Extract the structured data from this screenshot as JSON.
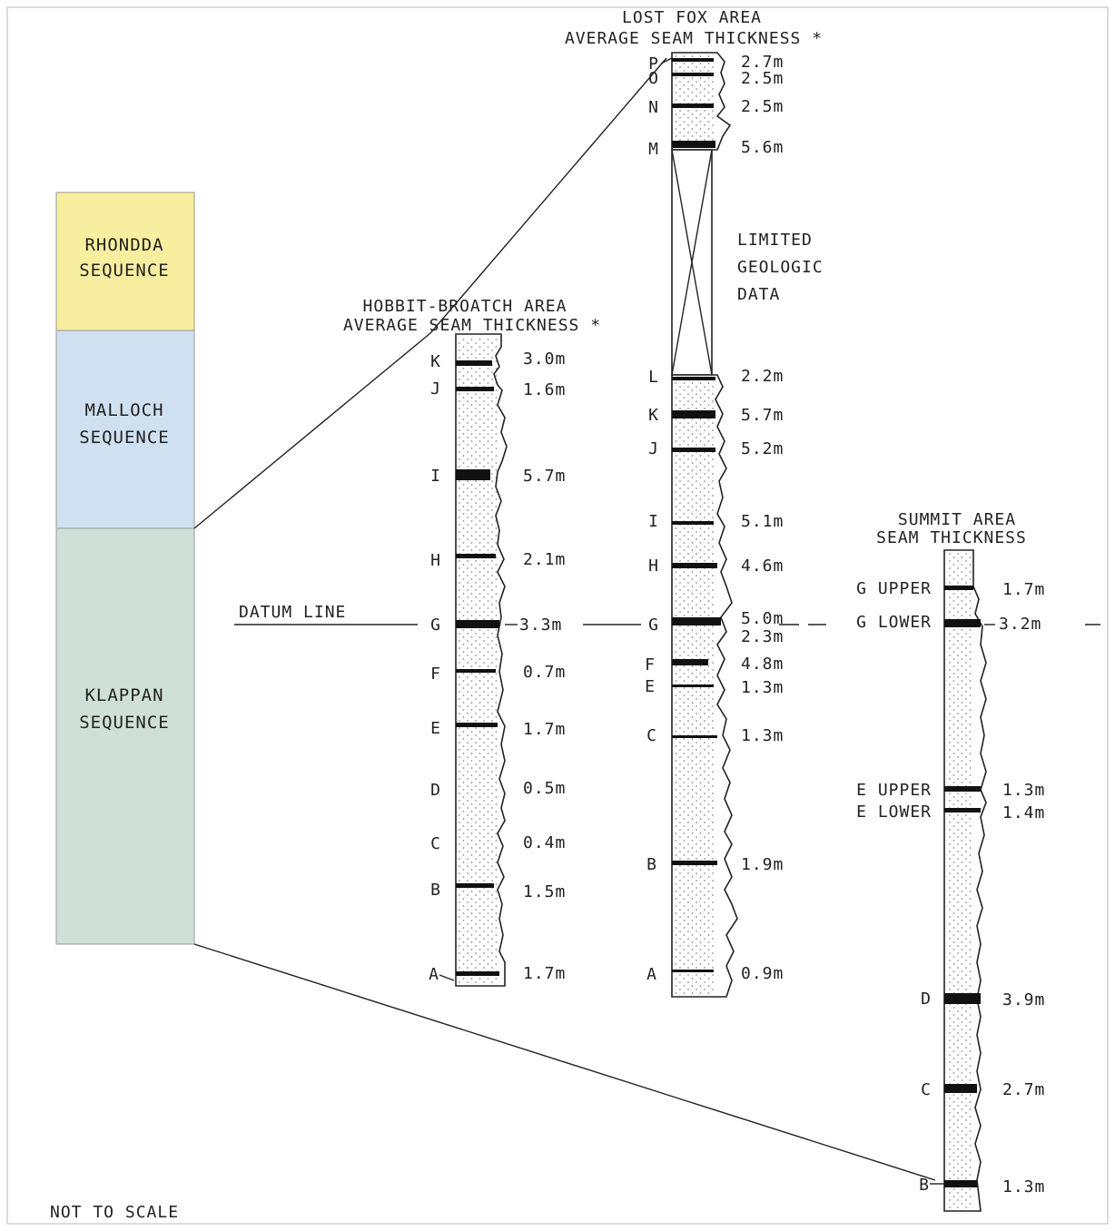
{
  "colors": {
    "rhondda": "#f8eea0",
    "malloch": "#cfe0f0",
    "klappan": "#cfe0d8",
    "ink": "#222222",
    "seam": "#111111"
  },
  "sequences": [
    {
      "id": "rhondda",
      "line1": "RHONDDA",
      "line2": "SEQUENCE"
    },
    {
      "id": "malloch",
      "line1": "MALLOCH",
      "line2": "SEQUENCE"
    },
    {
      "id": "klappan",
      "line1": "KLAPPAN",
      "line2": "SEQUENCE"
    }
  ],
  "datum_label": "DATUM LINE",
  "scale_note": "NOT TO SCALE",
  "hobbit": {
    "title1": "HOBBIT-BROATCH AREA",
    "title2": "AVERAGE SEAM THICKNESS *",
    "seams": [
      {
        "label": "K",
        "thickness": "3.0m"
      },
      {
        "label": "J",
        "thickness": "1.6m"
      },
      {
        "label": "I",
        "thickness": "5.7m"
      },
      {
        "label": "H",
        "thickness": "2.1m"
      },
      {
        "label": "G",
        "thickness": "3.3m"
      },
      {
        "label": "F",
        "thickness": "0.7m"
      },
      {
        "label": "E",
        "thickness": "1.7m"
      },
      {
        "label": "D",
        "thickness": "0.5m"
      },
      {
        "label": "C",
        "thickness": "0.4m"
      },
      {
        "label": "B",
        "thickness": "1.5m"
      },
      {
        "label": "A",
        "thickness": "1.7m"
      }
    ]
  },
  "lostfox": {
    "title1": "LOST FOX AREA",
    "title2": "AVERAGE SEAM THICKNESS *",
    "limited1": "LIMITED",
    "limited2": "GEOLOGIC",
    "limited3": "DATA",
    "seams": [
      {
        "label": "P",
        "thickness": "2.7m"
      },
      {
        "label": "O",
        "thickness": "2.5m"
      },
      {
        "label": "N",
        "thickness": "2.5m"
      },
      {
        "label": "M",
        "thickness": "5.6m"
      },
      {
        "label": "L",
        "thickness": "2.2m"
      },
      {
        "label": "K",
        "thickness": "5.7m"
      },
      {
        "label": "J",
        "thickness": "5.2m"
      },
      {
        "label": "I",
        "thickness": "5.1m"
      },
      {
        "label": "H",
        "thickness": "4.6m"
      },
      {
        "label": "G",
        "thickness": "5.0m"
      },
      {
        "label": "",
        "thickness": "2.3m"
      },
      {
        "label": "F",
        "thickness": "4.8m"
      },
      {
        "label": "E",
        "thickness": "1.3m"
      },
      {
        "label": "C",
        "thickness": "1.3m"
      },
      {
        "label": "B",
        "thickness": "1.9m"
      },
      {
        "label": "A",
        "thickness": "0.9m"
      }
    ]
  },
  "summit": {
    "title1": "SUMMIT AREA",
    "title2": "SEAM THICKNESS",
    "seams": [
      {
        "label": "G UPPER",
        "thickness": "1.7m"
      },
      {
        "label": "G LOWER",
        "thickness": "3.2m"
      },
      {
        "label": "E UPPER",
        "thickness": "1.3m"
      },
      {
        "label": "E LOWER",
        "thickness": "1.4m"
      },
      {
        "label": "D",
        "thickness": "3.9m"
      },
      {
        "label": "C",
        "thickness": "2.7m"
      },
      {
        "label": "B",
        "thickness": "1.3m"
      }
    ]
  }
}
